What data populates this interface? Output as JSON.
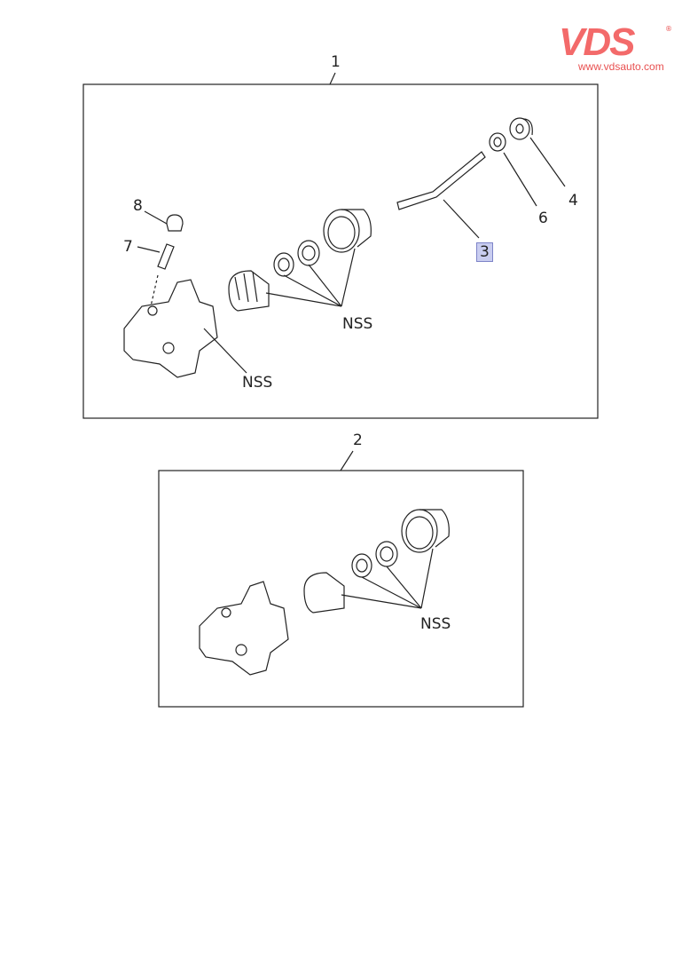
{
  "logo": {
    "brand": "VDS",
    "registered": "®",
    "url": "www.vdsauto.com"
  },
  "assembly1": {
    "callout": "1",
    "parts": [
      {
        "number": "3",
        "highlighted": true
      },
      {
        "number": "4"
      },
      {
        "number": "6"
      },
      {
        "number": "7"
      },
      {
        "number": "8"
      }
    ],
    "nss_labels": [
      "NSS",
      "NSS"
    ]
  },
  "assembly2": {
    "callout": "2",
    "nss_label": "NSS"
  },
  "colors": {
    "highlight": "#c9cdf0",
    "logo": "#f36a6a"
  }
}
